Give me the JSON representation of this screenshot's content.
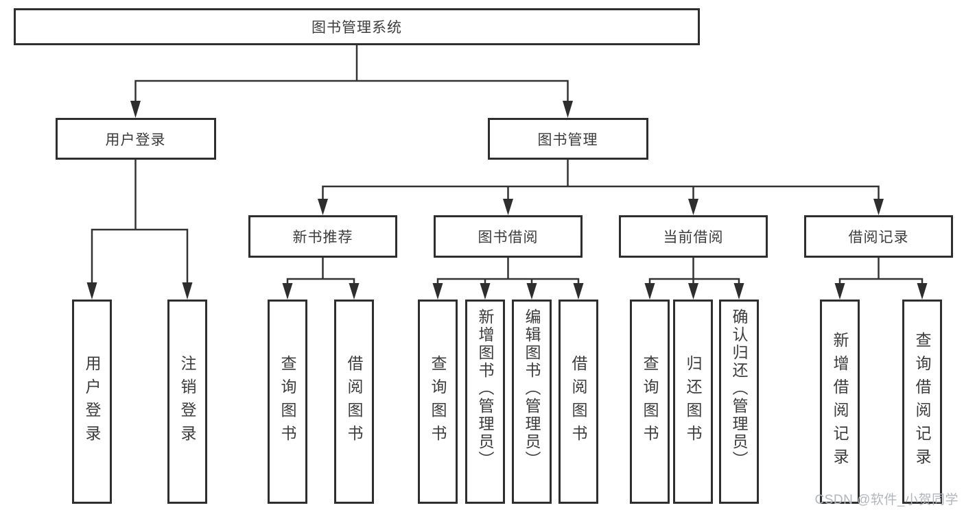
{
  "colors": {
    "line": "#333333",
    "box_border": "#2e2e2e",
    "text": "#3c3c3c",
    "watermark": "#b2b5ba",
    "background": "#ffffff"
  },
  "watermark": "CSDN @软件_小贺同学",
  "tree": {
    "root": {
      "label": "图书管理系统"
    },
    "children": [
      {
        "label": "用户登录",
        "children": [
          {
            "label": "用户登录"
          },
          {
            "label": "注销登录"
          }
        ]
      },
      {
        "label": "图书管理",
        "children": [
          {
            "label": "新书推荐",
            "children": [
              {
                "label": "查询图书"
              },
              {
                "label": "借阅图书"
              }
            ]
          },
          {
            "label": "图书借阅",
            "children": [
              {
                "label": "查询图书"
              },
              {
                "label": "新增图书（管理员）"
              },
              {
                "label": "编辑图书（管理员）"
              },
              {
                "label": "借阅图书"
              }
            ]
          },
          {
            "label": "当前借阅",
            "children": [
              {
                "label": "查询图书"
              },
              {
                "label": "归还图书"
              },
              {
                "label": "确认归还（管理员）"
              }
            ]
          },
          {
            "label": "借阅记录",
            "children": [
              {
                "label": "新增借阅记录"
              },
              {
                "label": "查询借阅记录"
              }
            ]
          }
        ]
      }
    ]
  }
}
